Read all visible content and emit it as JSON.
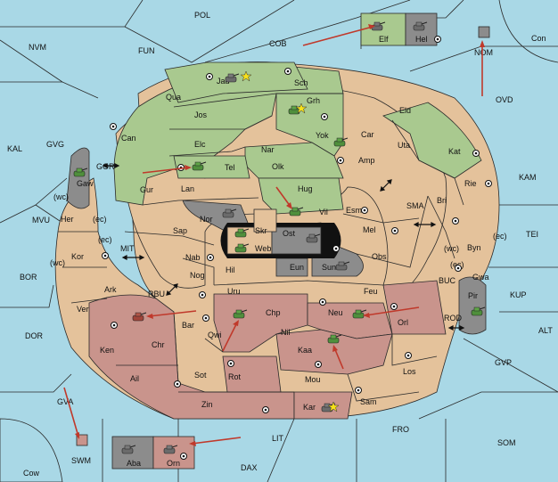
{
  "colors": {
    "sea": "#a9d8e6",
    "land": "#e4c29b",
    "green": "#a9c98f",
    "red": "#c9948c",
    "grey": "#8c8c8c",
    "order_arrow": "#c0392b",
    "black_hole": "#111111"
  },
  "sea_labels": {
    "pol": "POL",
    "nvm": "NVM",
    "fun": "FUN",
    "cob": "COB",
    "con": "Con",
    "nom": "NOM",
    "ovd": "OVD",
    "kal": "KAL",
    "gvg": "GVG",
    "gor": "GOR",
    "mvu": "MVU",
    "mit": "MIT",
    "bor": "BOR",
    "rbu": "RBU",
    "dor": "DOR",
    "sma": "SMA",
    "kam": "KAM",
    "tei": "TEI",
    "buc": "BUC",
    "kup": "KUP",
    "rod": "ROD",
    "alt": "ALT",
    "gvp": "GVP",
    "gva": "GVA",
    "swm": "SWM",
    "cow": "Cow",
    "lit": "LIT",
    "fro": "FRO",
    "som": "SOM",
    "dax": "DAX"
  },
  "land_labels": {
    "jad": "Jad",
    "sch": "Sch",
    "qua": "Qua",
    "jos": "Jos",
    "grh": "Grh",
    "eld": "Eld",
    "can": "Can",
    "yok": "Yok",
    "car": "Car",
    "uta": "Uta",
    "kat": "Kat",
    "elc": "Elc",
    "nar": "Nar",
    "amp": "Amp",
    "tel": "Tel",
    "olk": "Olk",
    "rie": "Rie",
    "gaw": "Gaw",
    "gur": "Gur",
    "lan": "Lan",
    "hug": "Hug",
    "bri": "Bri",
    "nor": "Nor",
    "vil": "Vil",
    "esm": "Esm",
    "her": "Her",
    "skr": "Skr",
    "wc1": "(wc)",
    "ec1": "(ec)",
    "ec2": "(ec)",
    "sap": "Sap",
    "ost": "Ost",
    "mel": "Mel",
    "web": "Web",
    "byn": "Byn",
    "ec3": "(ec)",
    "wc2": "(wc)",
    "kor": "Kor",
    "nab": "Nab",
    "obs": "Obs",
    "wc3": "(wc)",
    "eun": "Eun",
    "hil": "Hil",
    "sun": "Sun",
    "gwa": "Gwa",
    "ec4": "(ec)",
    "nog": "Nog",
    "uru": "Uru",
    "feu": "Feu",
    "ark": "Ark",
    "pir": "Pir",
    "ver": "Ver",
    "bar": "Bar",
    "chp": "Chp",
    "neu": "Neu",
    "orl": "Orl",
    "qwi": "Qwi",
    "nil": "Nil",
    "chr": "Chr",
    "ken": "Ken",
    "kaa": "Kaa",
    "rot": "Rot",
    "sot": "Sot",
    "los": "Los",
    "ail": "Ail",
    "mou": "Mou",
    "zin": "Zin",
    "kar": "Kar",
    "sam": "Sam",
    "elf": "Elf",
    "hel": "Hel",
    "aba": "Aba",
    "orn": "Orn"
  },
  "icons": {
    "supply_center": "supply-center-icon",
    "tank": "tank-icon",
    "star": "star-icon",
    "double_arrow": "double-arrow-icon",
    "order_arrow": "order-arrow-icon"
  }
}
